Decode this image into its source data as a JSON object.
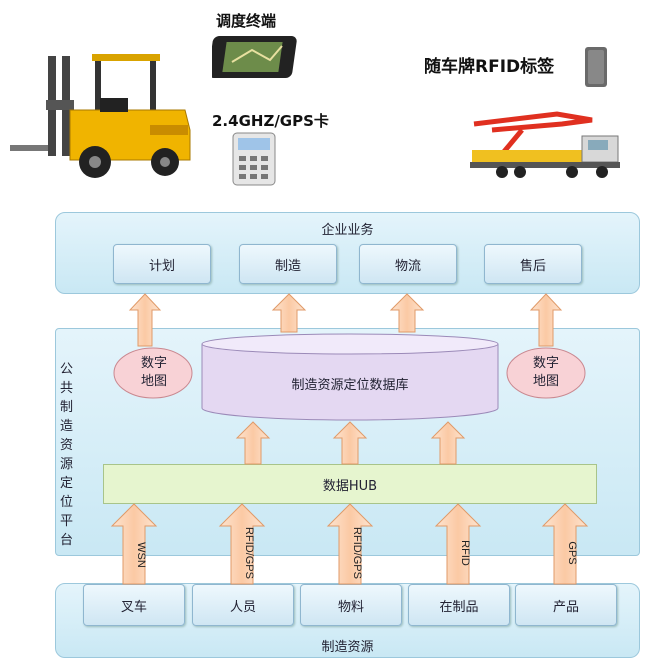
{
  "devices": {
    "terminal_label": "调度终端",
    "gps_label": "2.4GHZ/GPS卡",
    "rfid_tag_label": "随车牌RFID标签"
  },
  "enterprise": {
    "title": "企业业务",
    "items": [
      "计划",
      "制造",
      "物流",
      "售后"
    ]
  },
  "platform": {
    "vertical_label": "公共制造资源定位平台",
    "database": "制造资源定位数据库",
    "map_left": "数字地图",
    "map_right": "数字地图",
    "hub": "数据HUB"
  },
  "uplinks": [
    "WSN",
    "RFID/GPS",
    "RFID/GPS",
    "RFID",
    "GPS"
  ],
  "resources": {
    "title": "制造资源",
    "items": [
      "叉车",
      "人员",
      "物料",
      "在制品",
      "产品"
    ]
  },
  "colors": {
    "panel": "#d2ecf6",
    "arrow_fill": "#fbd3b5",
    "arrow_stroke": "#e8a070",
    "hub": "#e6f5cf",
    "database": "#e4d8f2",
    "map": "#f8d2d6"
  }
}
